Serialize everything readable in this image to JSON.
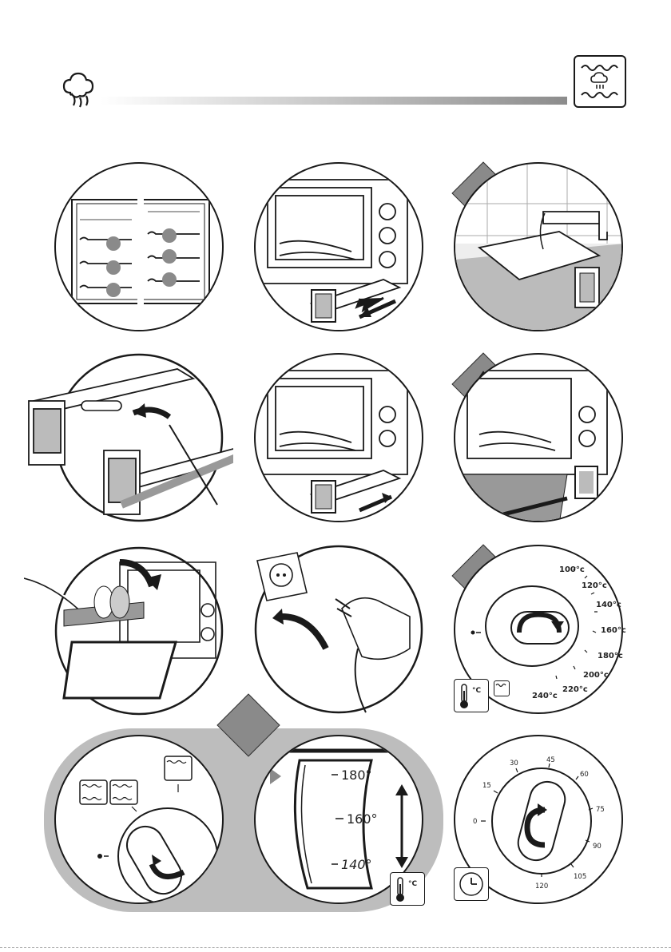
{
  "temperature_dial": {
    "labels": [
      "100°c",
      "120°c",
      "140°c",
      "160°c",
      "180°c",
      "200°c",
      "220°c",
      "240°c"
    ],
    "off_mark": "•"
  },
  "steam_dial": {
    "off_mark": "•"
  },
  "temperature_slider": {
    "labels": [
      "180°",
      "160°",
      "140°"
    ]
  },
  "timer_dial": {
    "labels": [
      "0",
      "15",
      "30",
      "45",
      "60",
      "75",
      "90",
      "105",
      "120"
    ]
  },
  "units": {
    "celsius": "°C"
  }
}
